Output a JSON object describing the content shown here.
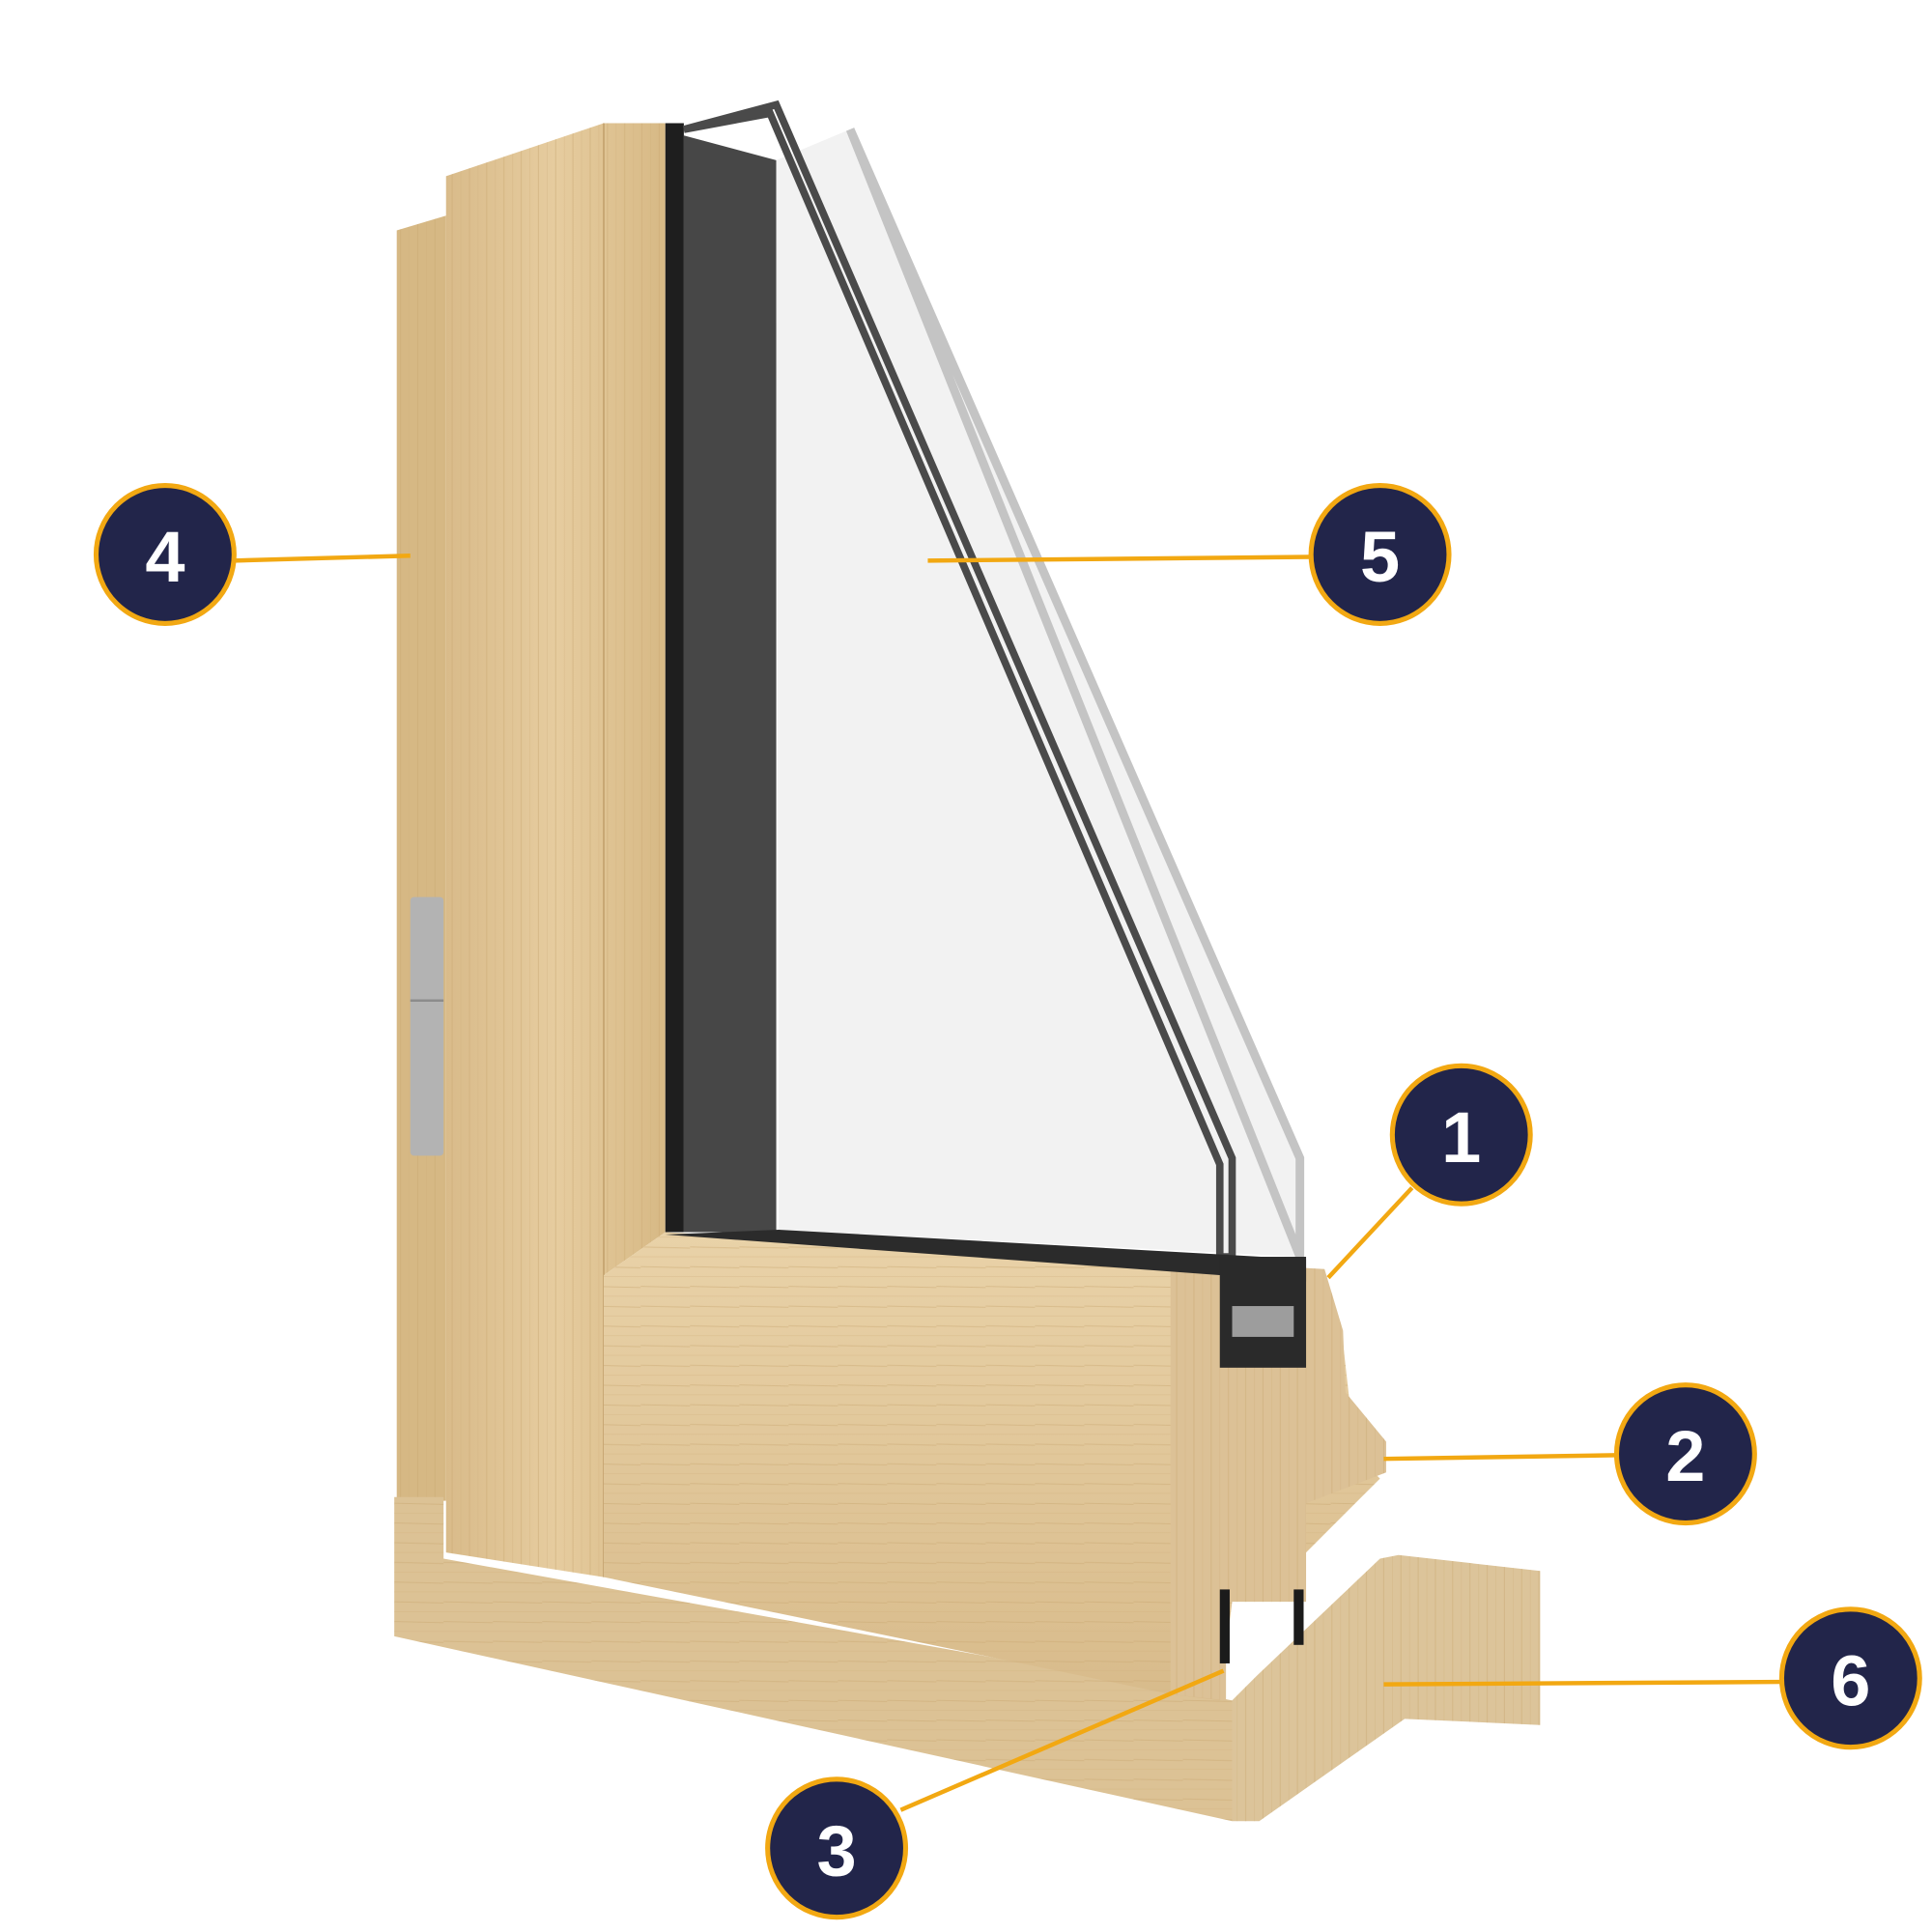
{
  "colors": {
    "badge_fill": "#22254a",
    "badge_stroke": "#f2a812",
    "leader": "#f2a812",
    "wood": "#e0c497"
  },
  "callouts": [
    {
      "label": "1"
    },
    {
      "label": "2"
    },
    {
      "label": "3"
    },
    {
      "label": "4"
    },
    {
      "label": "5"
    },
    {
      "label": "6"
    }
  ]
}
